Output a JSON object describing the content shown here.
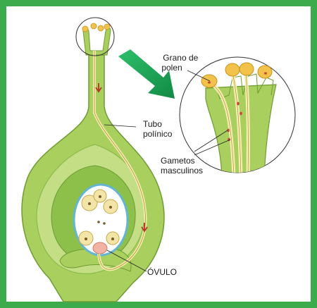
{
  "labels": {
    "pollen_grain": [
      "Grano de",
      "polen"
    ],
    "pollen_tube": [
      "Tubo",
      "polínico"
    ],
    "male_gametes": [
      "Gametos",
      "masculinos"
    ],
    "ovule": "ÓVULO"
  },
  "colors": {
    "frame": "#3cab4b",
    "tissue": "#a9cf5e",
    "tissue_inner": "#c4de86",
    "tissue_dark": "#7faf3b",
    "pollen": "#f2c24a",
    "gamete": "#c9473a",
    "arrow": "#1fa35b",
    "embryo_sac_border": "#64b5d2"
  }
}
